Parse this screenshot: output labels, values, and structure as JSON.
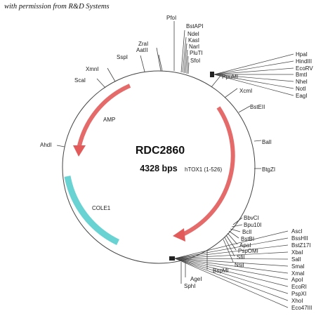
{
  "credit": "with permission from R&D Systems",
  "plasmid": {
    "name": "RDC2860",
    "size": "4328 bps"
  },
  "features": {
    "amp": "AMP",
    "cole1": "COLE1",
    "htox1": "hTOX1 (1-526)"
  },
  "colors": {
    "arrow": "#e25a5a",
    "ori": "#69d2d2",
    "circle": "#444444"
  },
  "sites": {
    "pfoi": "PfoI",
    "bstapi": "BstAPI",
    "ndei": "NdeI",
    "kasi": "KasI",
    "nari": "NarI",
    "plutl": "PluTI",
    "sfoi": "SfoI",
    "zrai": "ZraI",
    "aatii": "AatII",
    "sspi": "SspI",
    "xmni": "XmnI",
    "scai": "ScaI",
    "ahdi": "AhdI",
    "ppumi": "PpuMI",
    "xcmi": "XcmI",
    "bsteii": "BstEII",
    "bali": "BalI",
    "btgzi": "BtgZI",
    "bbvci": "BbvCI",
    "bpu10i": "Bpu10I",
    "bcli": "BclI",
    "bstbi": "BstBI",
    "apai": "ApaI",
    "pspomi": "PspOMI",
    "sfii": "SfiI",
    "nsii": "NsiI",
    "bspmi": "BspMI",
    "agei": "AgeI",
    "sphi": "SphI"
  },
  "mcs_top": [
    "HpaI",
    "HindIII",
    "EcoRV",
    "BmtI",
    "NheI",
    "NotI",
    "EagI"
  ],
  "mcs_bottom": [
    "AscI",
    "BssHII",
    "BstZ17I",
    "XbaI",
    "SalI",
    "SmaI",
    "XmaI",
    "ApoI",
    "EcoRI",
    "PspXI",
    "XhoI",
    "Eco47III"
  ]
}
